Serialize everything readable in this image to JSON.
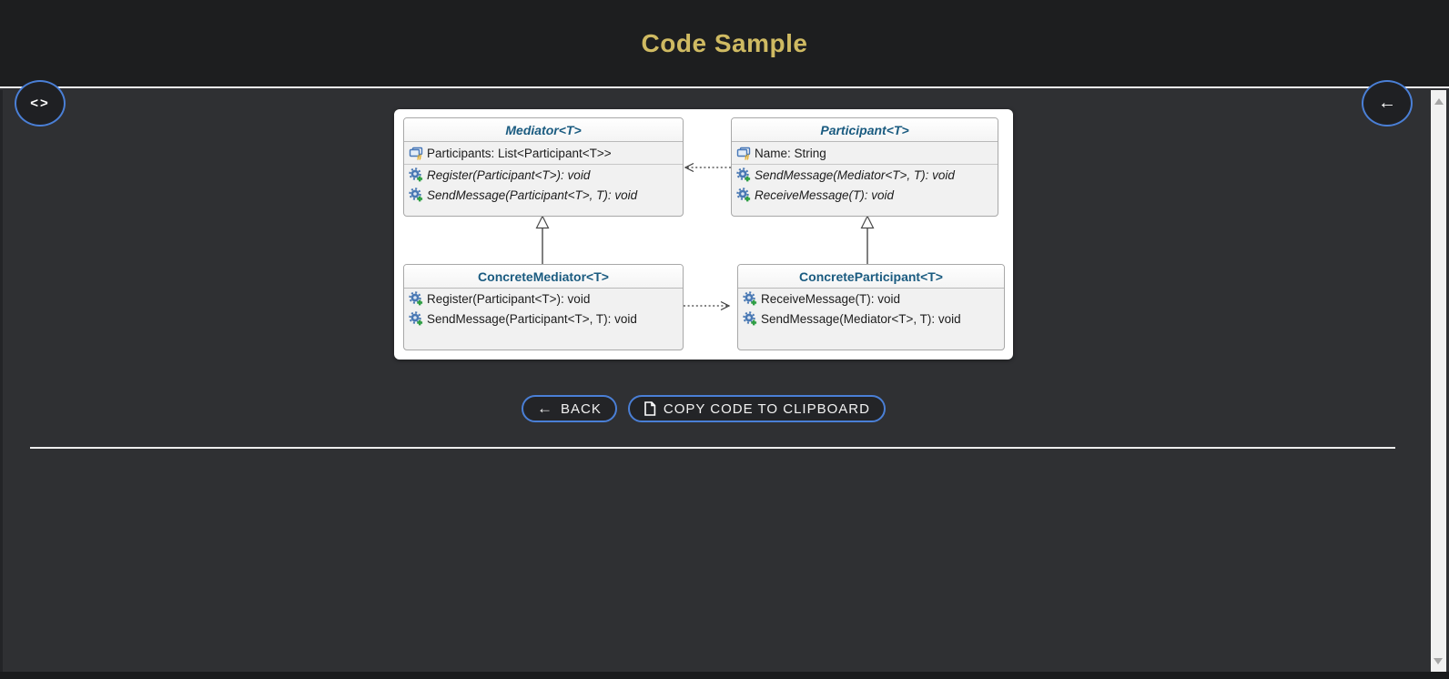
{
  "header": {
    "title": "Code Sample"
  },
  "nav": {
    "code_button_glyph": "<>",
    "back_button_glyph": "←"
  },
  "diagram": {
    "classes": [
      {
        "name": "Mediator<T>",
        "stereotype": "abstract",
        "fields": [
          {
            "text": "Participants: List<Participant<T>>",
            "visibility": "protected"
          }
        ],
        "methods": [
          {
            "text": "Register(Participant<T>): void",
            "abstract": true
          },
          {
            "text": "SendMessage(Participant<T>, T): void",
            "abstract": true
          }
        ]
      },
      {
        "name": "Participant<T>",
        "stereotype": "abstract",
        "fields": [
          {
            "text": "Name: String",
            "visibility": "protected"
          }
        ],
        "methods": [
          {
            "text": "SendMessage(Mediator<T>, T): void",
            "abstract": true
          },
          {
            "text": "ReceiveMessage(T): void",
            "abstract": true
          }
        ]
      },
      {
        "name": "ConcreteMediator<T>",
        "stereotype": "concrete",
        "fields": [],
        "methods": [
          {
            "text": "Register(Participant<T>): void",
            "abstract": false
          },
          {
            "text": "SendMessage(Participant<T>, T): void",
            "abstract": false
          }
        ]
      },
      {
        "name": "ConcreteParticipant<T>",
        "stereotype": "concrete",
        "fields": [],
        "methods": [
          {
            "text": "ReceiveMessage(T): void",
            "abstract": false
          },
          {
            "text": "SendMessage(Mediator<T>, T): void",
            "abstract": false
          }
        ]
      }
    ],
    "relations": [
      {
        "type": "dashed-dependency",
        "from": "Participant<T>",
        "to": "Mediator<T>"
      },
      {
        "type": "inheritance",
        "from": "ConcreteMediator<T>",
        "to": "Mediator<T>"
      },
      {
        "type": "inheritance",
        "from": "ConcreteParticipant<T>",
        "to": "Participant<T>"
      },
      {
        "type": "dashed-dependency",
        "from": "ConcreteMediator<T>",
        "to": "ConcreteParticipant<T>"
      }
    ]
  },
  "actions": {
    "back_label": "BACK",
    "copy_label": "COPY CODE TO CLIPBOARD"
  },
  "colors": {
    "header_bg": "#1d1e1f",
    "title_gold": "#cfba62",
    "content_bg": "#2f3033",
    "button_border_blue": "#4a7fd6",
    "class_title_blue": "#1a5b80",
    "panel_bg": "#ffffff",
    "scrollbar_track": "#f1f1f1"
  }
}
